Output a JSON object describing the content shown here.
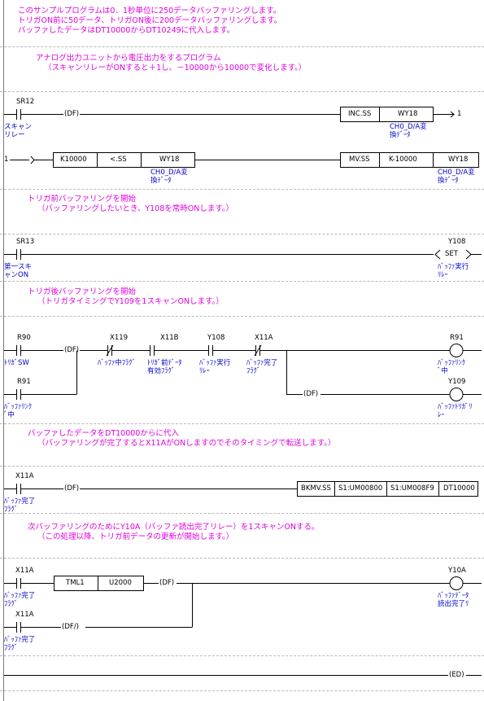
{
  "comments": {
    "c1_l1": "このサンプルプログラムは0．1秒単位に250データバッファリングします。",
    "c1_l2": "トリガON前に50データ、トリガON後に200データバッファリングします。",
    "c1_l3": "バッファしたデータはDT10000からDT10249に代入します。",
    "c2_l1": "アナログ出力ユニットから電圧出力をするプログラム",
    "c2_l2": "（スキャンリレーがONすると＋1し、－10000から10000で変化します。）",
    "c3_l1": "トリガ前バッファリングを開始",
    "c3_l2": "（バッファリングしたいとき、Y108を常時ONします。）",
    "c4_l1": "トリガ後バッファリングを開始",
    "c4_l2": "（トリガタイミングでY109を1スキャンONします。）",
    "c5_l1": "バッファしたデータをDT10000からに代入",
    "c5_l2": "（バッファリングが完了するとX11AがONしますのでそのタイミングで転送します。）",
    "c6_l1": "次バッファリングのためにY10A（バッファ読出完了リレー）を1スキャンONする。",
    "c6_l2": "（この処理以降、トリガ前データの更新が開始します。）"
  },
  "rung1": {
    "contact_addr": "SR12",
    "contact_c1": "スキャン",
    "contact_c2": "リレー",
    "df": "(DF)",
    "inst": "INC.SS",
    "operand": "WY18",
    "op_c1": "CH0_D/A変",
    "op_c2": "換ﾃﾞｰﾀ",
    "jump": "1"
  },
  "rung2": {
    "jump": "1",
    "k": "K10000",
    "cmp": "<.SS",
    "operand": "WY18",
    "op_c1": "CH0_D/A変",
    "op_c2": "換ﾃﾞｰﾀ",
    "inst": "MV.SS",
    "src": "K-10000",
    "dst": "WY18",
    "dst_c1": "CH0_D/A変",
    "dst_c2": "換ﾃﾞｰﾀ"
  },
  "rung3": {
    "contact_addr": "SR13",
    "contact_c1": "第一スキ",
    "contact_c2": "ャンON",
    "coil_addr": "Y108",
    "coil_label": "SET",
    "coil_c1": "ﾊﾞｯﾌｧ実行",
    "coil_c2": "ﾘﾚｰ"
  },
  "rung4": {
    "c1_addr": "R90",
    "c1_cm": "ﾄﾘｶﾞSW",
    "df": "(DF)",
    "c2_addr": "X119",
    "c2_cm": "ﾊﾞｯﾌｧ中ﾌﾗｸﾞ",
    "c3_addr": "X11B",
    "c3_c1": "ﾄﾘｶﾞ前ﾃﾞｰﾀ",
    "c3_c2": "有効ﾌﾗｸﾞ",
    "c4_addr": "Y108",
    "c4_c1": "ﾊﾞｯﾌｧ実行",
    "c4_c2": "ﾘﾚｰ",
    "c5_addr": "X11A",
    "c5_c1": "ﾊﾞｯﾌｧ完了",
    "c5_c2": "ﾌﾗｸﾞ",
    "coil1_addr": "R91",
    "coil1_c1": "ﾊﾞｯﾌｧﾘﾝｸ",
    "coil1_c2": "ﾞ中",
    "c6_addr": "R91",
    "c6_c1": "ﾊﾞｯﾌｧﾘﾝｸ",
    "c6_c2": "ﾞ中",
    "df2": "(DF)",
    "coil2_addr": "Y109",
    "coil2_c1": "ﾊﾞｯﾌｧﾄﾘｶﾞﾘ",
    "coil2_c2": "ﾚｰ"
  },
  "rung5": {
    "contact_addr": "X11A",
    "contact_c1": "ﾊﾞｯﾌｧ完了",
    "contact_c2": "ﾌﾗｸﾞ",
    "df": "(DF)",
    "inst": "BKMV.SS",
    "op1": "S1:UM00800",
    "op2": "S1:UM008F9",
    "op3": "DT10000"
  },
  "rung6": {
    "contact_addr": "X11A",
    "contact_c1": "ﾊﾞｯﾌｧ完了",
    "contact_c2": "ﾌﾗｸﾞ",
    "tml": "TML1",
    "tml_val": "U2000",
    "df": "(DF)",
    "coil_addr": "Y10A",
    "coil_c1": "ﾊﾞｯﾌｧﾃﾞｰﾀ",
    "coil_c2": "読出完了ﾘ",
    "c2_addr": "X11A",
    "c2_c1": "ﾊﾞｯﾌｧ完了",
    "c2_c2": "ﾌﾗｸﾞ",
    "dfn": "(DF/)"
  },
  "end": {
    "label": "(ED)"
  }
}
